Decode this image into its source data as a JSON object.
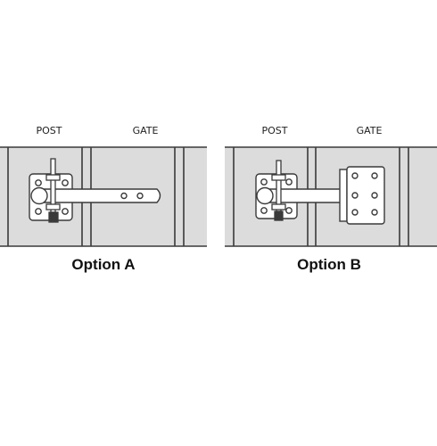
{
  "colors": {
    "panel_fill": "#dcdcdc",
    "line": "#3a3a3a",
    "hardware_fill": "#ffffff"
  },
  "option_a": {
    "post_label": "POST",
    "gate_label": "GATE",
    "caption": "Option A"
  },
  "option_b": {
    "post_label": "POST",
    "gate_label": "GATE",
    "caption": "Option B"
  }
}
